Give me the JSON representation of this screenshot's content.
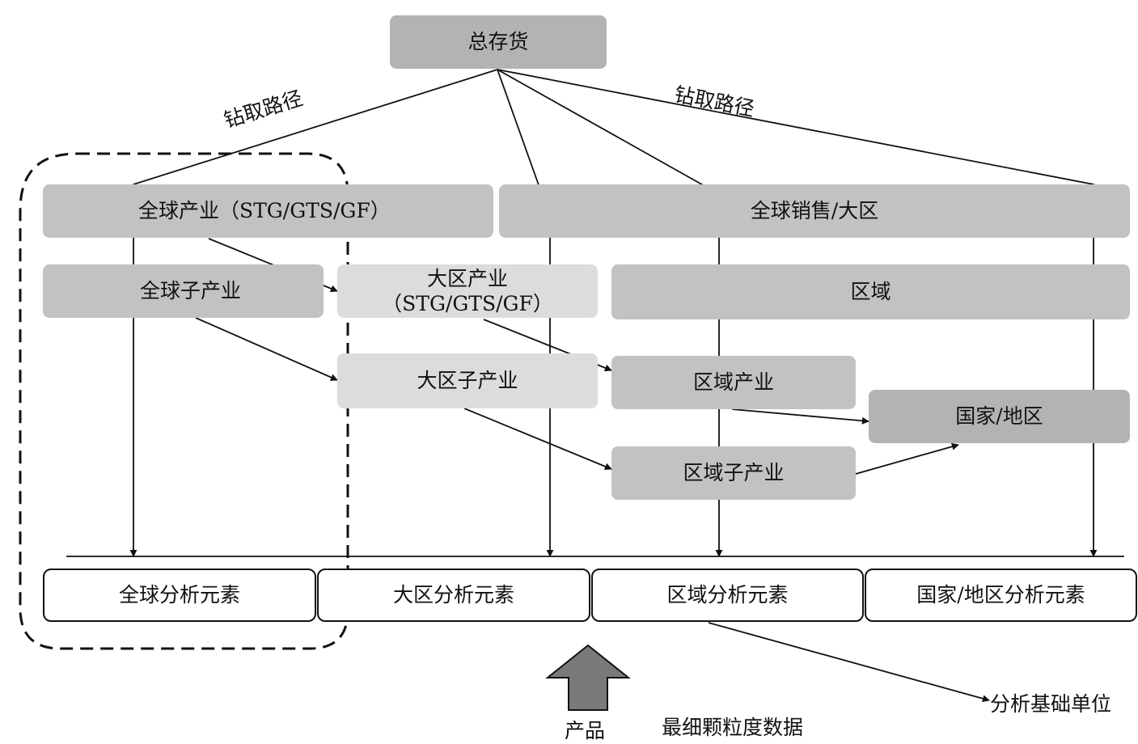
{
  "diagram": {
    "top_node": "总存货",
    "drill_path_left": "钻取路径",
    "drill_path_right": "钻取路径",
    "global_industry": "全球产业（STG/GTS/GF）",
    "global_sales_region": "全球销售/大区",
    "global_sub_industry": "全球子产业",
    "region_industry_line1": "大区产业",
    "region_industry_line2": "（STG/GTS/GF）",
    "area": "区域",
    "region_sub_industry": "大区子产业",
    "area_industry": "区域产业",
    "country_region": "国家/地区",
    "area_sub_industry": "区域子产业",
    "analysis_elements": [
      "全球分析元素",
      "大区分析元素",
      "区域分析元素",
      "国家/地区分析元素"
    ],
    "product": "产品",
    "finest_granularity": "最细颗粒度数据",
    "analysis_base_unit": "分析基础单位"
  }
}
